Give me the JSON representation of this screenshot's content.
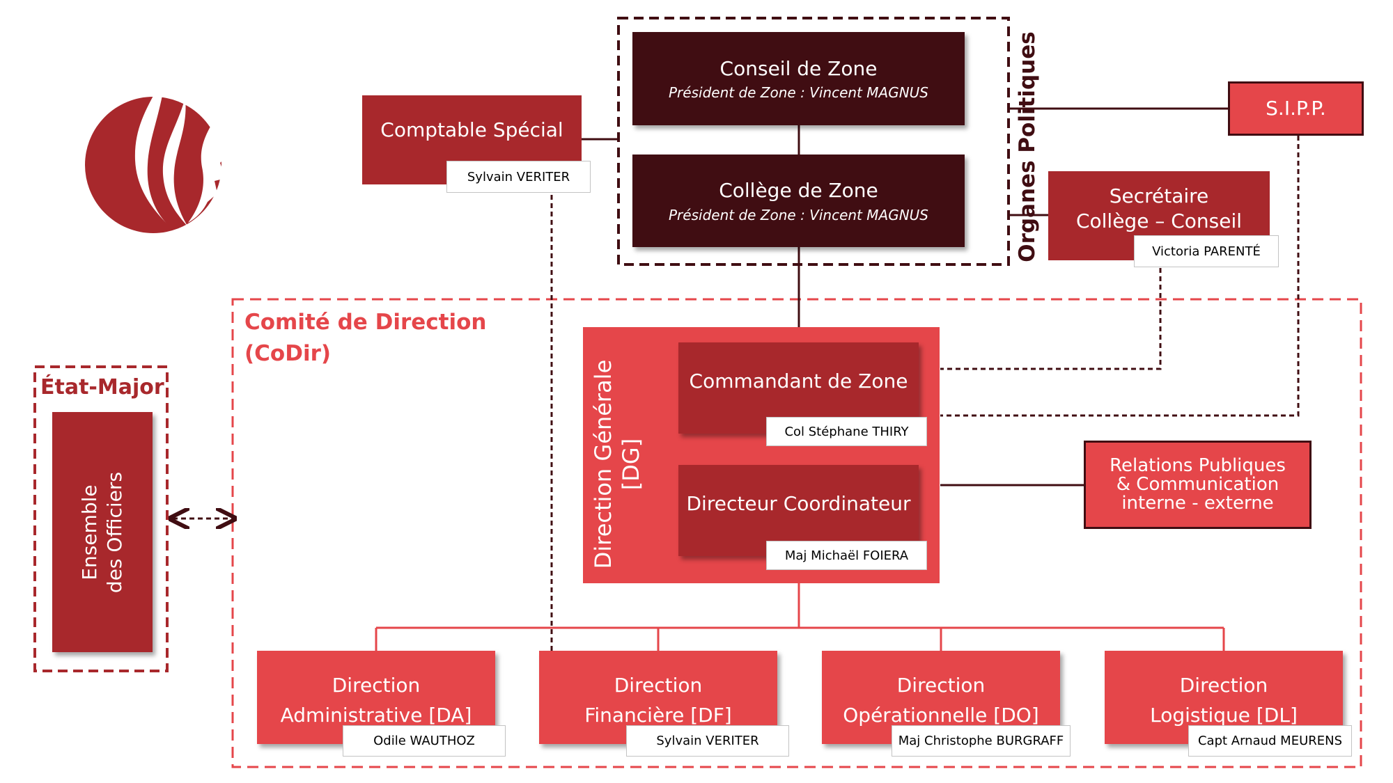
{
  "political": {
    "label": "Organes Politiques",
    "conseil": {
      "title": "Conseil de Zone",
      "subtitle": "Président de Zone : Vincent MAGNUS"
    },
    "college": {
      "title": "Collège de Zone",
      "subtitle": "Président de Zone : Vincent MAGNUS"
    }
  },
  "comptable": {
    "title": "Comptable Spécial",
    "person": "Sylvain VERITER"
  },
  "sipp": {
    "title": "S.I.P.P."
  },
  "secretaire": {
    "line1": "Secrétaire",
    "line2": "Collège – Conseil",
    "person": "Victoria PARENTÉ"
  },
  "codir": {
    "line1": "Comité de Direction",
    "line2": "(CoDir)"
  },
  "dg": {
    "line1": "Direction Générale",
    "line2": "[DG]"
  },
  "commandant": {
    "title": "Commandant de Zone",
    "person": "Col Stéphane THIRY"
  },
  "coordinateur": {
    "title": "Directeur Coordinateur",
    "person": "Maj Michaël FOIERA"
  },
  "relations": {
    "line1": "Relations Publiques",
    "line2": "& Communication",
    "line3": "interne - externe"
  },
  "etat_major": {
    "label": "État-Major",
    "line1": "Ensemble",
    "line2": "des Officiers"
  },
  "directions": [
    {
      "line1": "Direction",
      "line2": "Administrative [DA]",
      "person": "Odile WAUTHOZ"
    },
    {
      "line1": "Direction",
      "line2": "Financière [DF]",
      "person": "Sylvain VERITER"
    },
    {
      "line1": "Direction",
      "line2": "Opérationnelle [DO]",
      "person": "Maj Christophe BURGRAFF"
    },
    {
      "line1": "Direction",
      "line2": "Logistique [DL]",
      "person": "Capt Arnaud MEURENS"
    }
  ],
  "colors": {
    "dark": "#400d12",
    "mid": "#a8282c",
    "bright": "#e5464a",
    "frame_red": "#e5464a",
    "frame_dark": "#400d12"
  }
}
